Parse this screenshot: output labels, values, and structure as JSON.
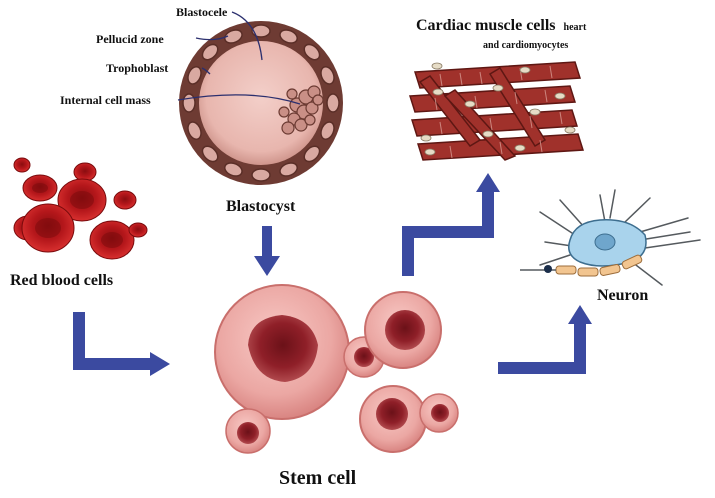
{
  "blastocyst": {
    "title": "Blastocyst",
    "parts": {
      "blastocele": "Blastocele",
      "pellucid_zone": "Pellucid zone",
      "trophoblast": "Trophoblast",
      "inner_cell_mass": "Internal cell mass"
    }
  },
  "cardiac": {
    "title": "Cardiac muscle cells",
    "title_small": "heart",
    "subtitle": "and cardiomyocytes"
  },
  "red_blood": {
    "title": "Red blood cells"
  },
  "neuron": {
    "title": "Neuron"
  },
  "stem": {
    "title": "Stem cell"
  },
  "colors": {
    "arrow": "#3b4aa0",
    "rbc": "#c0191c",
    "stem_outer": "#e59a9a",
    "stem_nucleus": "#8e1f28",
    "muscle": "#a0312b",
    "neuron_body": "#a9d3ec",
    "blastocyst_shell": "#6e3b33"
  }
}
